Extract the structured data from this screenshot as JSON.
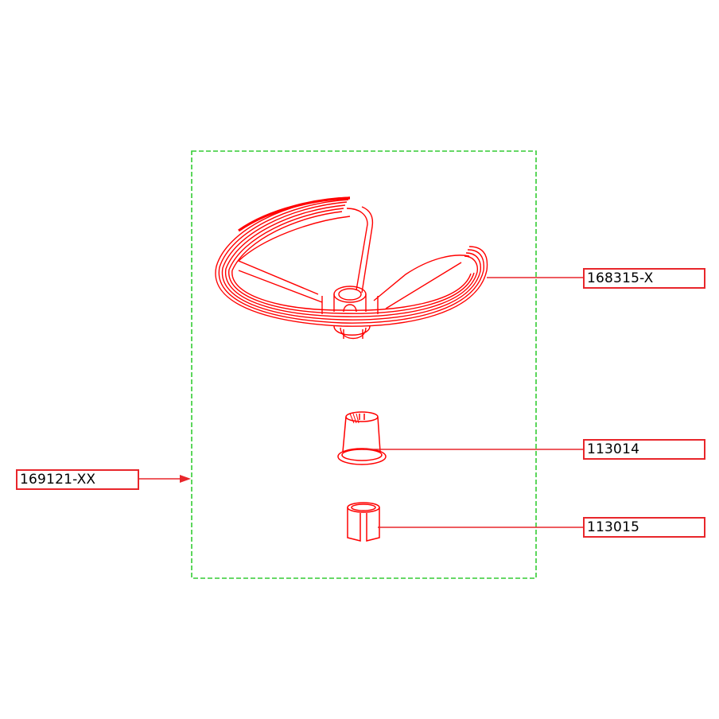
{
  "diagram": {
    "type": "exploded parts diagram",
    "colors": {
      "part_lines": "#ff0000",
      "leader_lines": "#e8262b",
      "label_border": "#e8262b",
      "assembly_boundary": "#33cc33",
      "label_text": "#000000",
      "background": "#ffffff"
    },
    "assembly": {
      "label": "169121-XX",
      "boundary": "dashed green rectangle"
    },
    "parts": [
      {
        "id": "ring",
        "label": "168315-X",
        "description": "three-spoke ring with central hub"
      },
      {
        "id": "sleeve",
        "label": "113014",
        "description": "flanged tapered sleeve"
      },
      {
        "id": "bushing",
        "label": "113015",
        "description": "split cylindrical bushing"
      }
    ]
  }
}
